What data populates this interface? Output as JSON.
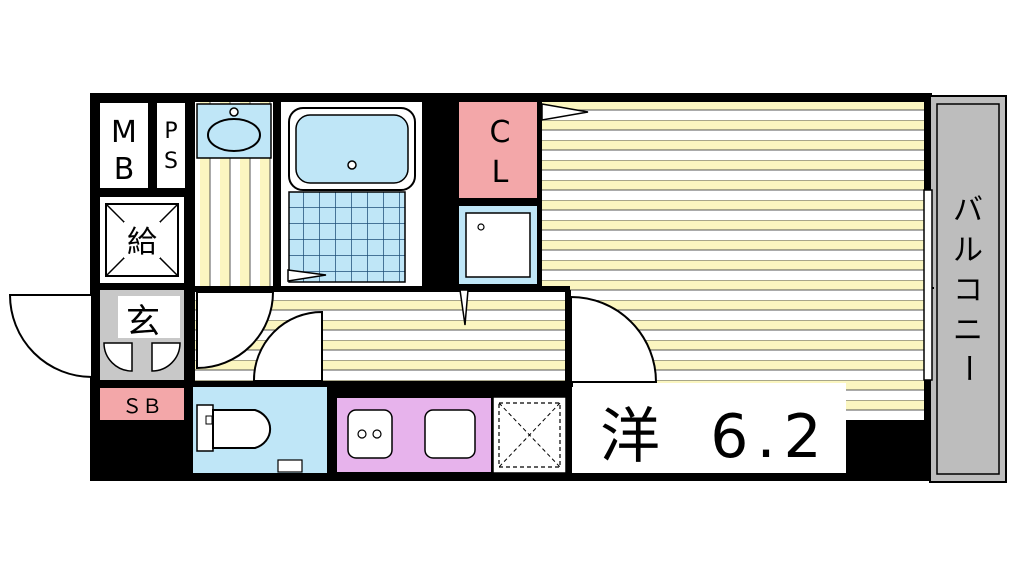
{
  "rooms": {
    "mb": {
      "line1": "M",
      "line2": "B"
    },
    "ps": {
      "line1": "P",
      "line2": "S"
    },
    "cl": {
      "line1": "C",
      "line2": "L"
    },
    "kyu": "給",
    "genkan": "玄",
    "sb": "ＳＢ",
    "yo": "洋",
    "yo_size": "6.2",
    "balcony": [
      "バ",
      "ル",
      "コ",
      "ニ",
      "ー"
    ]
  },
  "colors": {
    "wall": "#000000",
    "floor_stripe": "#fbf6c0",
    "wet_area": "#bfe6f7",
    "closet": "#f3a7a9",
    "kitchen": "#e7b3ec",
    "balcony": "#bdbdbd",
    "entrance_floor": "#c8c8c8"
  }
}
